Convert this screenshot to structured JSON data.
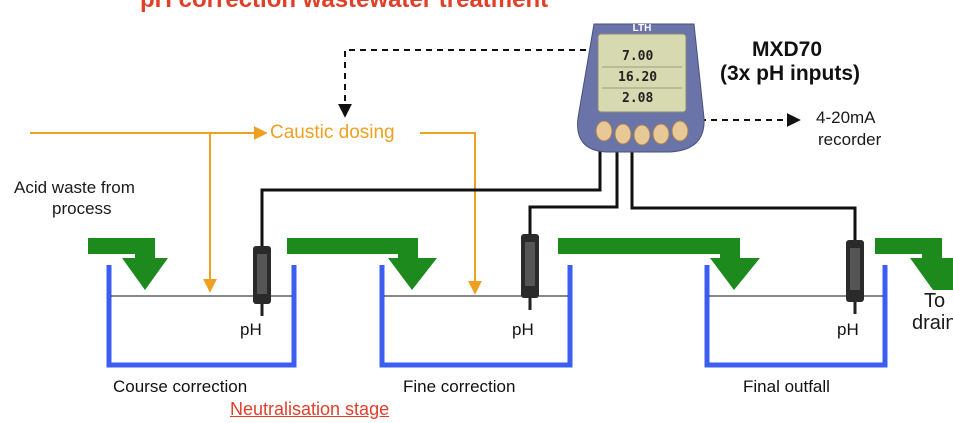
{
  "heading": {
    "visible_text": "pH correction wastewater treatment"
  },
  "device": {
    "brand": "LTH",
    "model": "MXD70",
    "inputs_label": "(3x pH inputs)",
    "readings": [
      "7.00",
      "16.20",
      "2.08"
    ],
    "color_body": "#6b74a8",
    "color_screen": "#d7d9b0"
  },
  "output": {
    "label_line1": "4-20mA",
    "label_line2": "recorder"
  },
  "caustic": {
    "label": "Caustic dosing",
    "color": "#f0a020"
  },
  "inflow": {
    "line1": "Acid waste from",
    "line2": "process"
  },
  "tanks": [
    {
      "label": "Course correction",
      "probe": "pH"
    },
    {
      "label": "Fine correction",
      "probe": "pH"
    },
    {
      "label": "Final outfall",
      "probe": "pH"
    }
  ],
  "drain": {
    "line1": "To",
    "line2": "drain"
  },
  "stage_label": "Neutralisation stage",
  "colors": {
    "flow": "#1d8a1d",
    "tank": "#3a5ff0",
    "cable": "#111111"
  }
}
